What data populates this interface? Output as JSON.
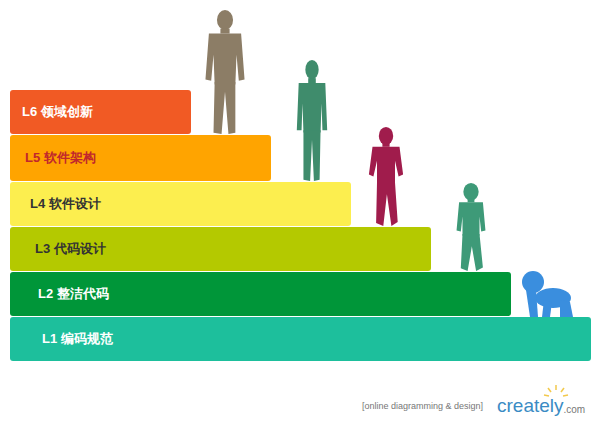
{
  "diagram": {
    "nodes": [
      {
        "text": [
          "L6 领域创新"
        ]
      },
      {
        "text": [
          "L5 软件架构"
        ]
      },
      {
        "text": [
          "L4 软件设计"
        ]
      },
      {
        "text": [
          "L3 代码设计"
        ]
      },
      {
        "text": [
          "L2 整洁代码"
        ]
      },
      {
        "text": [
          "L1 编码规范"
        ]
      }
    ],
    "labels": [
      "[online diagramming & design]",
      "creately",
      ".com"
    ]
  }
}
